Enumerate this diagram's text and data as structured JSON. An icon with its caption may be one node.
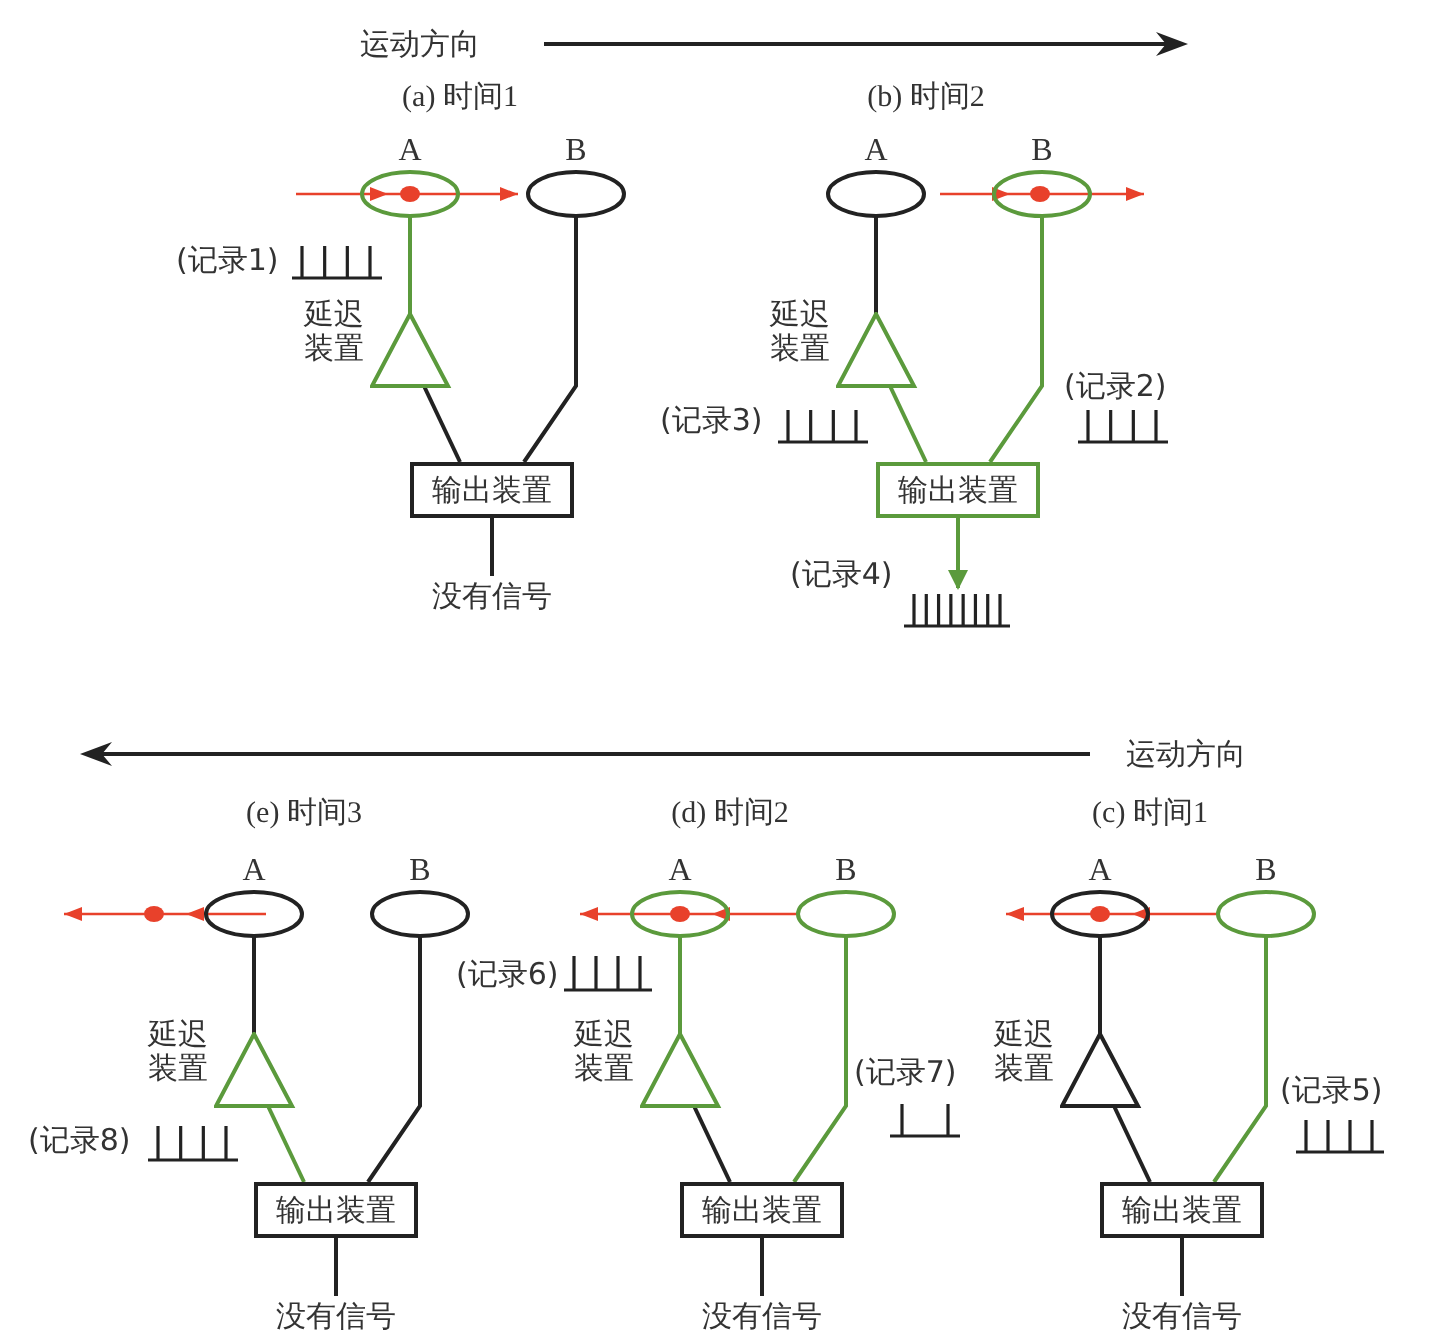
{
  "diagram": {
    "nodes": [
      {
        "text": [
          "A"
        ]
      },
      {
        "text": [
          "B"
        ]
      },
      {
        "text": [
          "延迟装置"
        ]
      },
      {
        "text": [
          "输出装置"
        ]
      },
      {
        "text": [
          "没有信号"
        ]
      },
      {
        "text": [
          "A"
        ]
      },
      {
        "text": [
          "B"
        ]
      },
      {
        "text": [
          "延迟装置"
        ]
      },
      {
        "text": [
          "输出装置"
        ]
      },
      {
        "text": [],
        "shape": "picture"
      },
      {
        "text": [
          "A"
        ]
      },
      {
        "text": [
          "B"
        ]
      },
      {
        "text": [
          "延迟装置"
        ]
      },
      {
        "text": [
          "输出装置"
        ]
      },
      {
        "text": [
          "没有信号"
        ]
      },
      {
        "text": [
          "A"
        ]
      },
      {
        "text": [
          "B"
        ]
      },
      {
        "text": [
          "延迟装置"
        ]
      },
      {
        "text": [
          "输出装置"
        ]
      },
      {
        "text": [
          "没有信号"
        ]
      },
      {
        "text": [
          "A"
        ]
      },
      {
        "text": [
          "B"
        ]
      },
      {
        "text": [
          "延迟装置"
        ]
      },
      {
        "text": [
          "输出装置"
        ]
      },
      {
        "text": [
          "没有信号"
        ]
      }
    ],
    "edges": [
      {
        "from": 0,
        "to": 2,
        "arrow": "none",
        "color": "#5b9a3c"
      },
      {
        "from": 2,
        "to": 3,
        "arrow": "none"
      },
      {
        "from": 1,
        "to": 3,
        "arrow": "none"
      },
      {
        "from": 3,
        "to": 4,
        "arrow": "none"
      },
      {
        "from": 5,
        "to": 7,
        "arrow": "none"
      },
      {
        "from": 7,
        "to": 8,
        "arrow": "none",
        "color": "#5b9a3c"
      },
      {
        "from": 6,
        "to": 8,
        "arrow": "none",
        "color": "#5b9a3c"
      },
      {
        "from": 8,
        "to": 9,
        "arrow": "to",
        "color": "#5b9a3c"
      },
      {
        "from": 10,
        "to": 12,
        "arrow": "none"
      },
      {
        "from": 12,
        "to": 13,
        "arrow": "none",
        "color": "#5b9a3c"
      },
      {
        "from": 11,
        "to": 13,
        "arrow": "none"
      },
      {
        "from": 13,
        "to": 14,
        "arrow": "none"
      },
      {
        "from": 15,
        "to": 17,
        "arrow": "none",
        "color": "#5b9a3c"
      },
      {
        "from": 17,
        "to": 18,
        "arrow": "none"
      },
      {
        "from": 16,
        "to": 18,
        "arrow": "none",
        "color": "#5b9a3c"
      },
      {
        "from": 18,
        "to": 19,
        "arrow": "none"
      },
      {
        "from": 20,
        "to": 22,
        "arrow": "none"
      },
      {
        "from": 22,
        "to": 23,
        "arrow": "none"
      },
      {
        "from": 21,
        "to": 23,
        "arrow": "none",
        "color": "#5b9a3c"
      },
      {
        "from": 23,
        "to": 24,
        "arrow": "none"
      }
    ],
    "labels": [
      "运动方向",
      "(a) 时间1",
      "(b) 时间2",
      "(记录1)",
      "(记录3)",
      "(记录2)",
      "(记录4)",
      "运动方向",
      "(e) 时间3",
      "(d) 时间2",
      "(c) 时间1",
      "(记录6)",
      "(记录7)",
      "(记录8)",
      "(记录5)"
    ]
  }
}
